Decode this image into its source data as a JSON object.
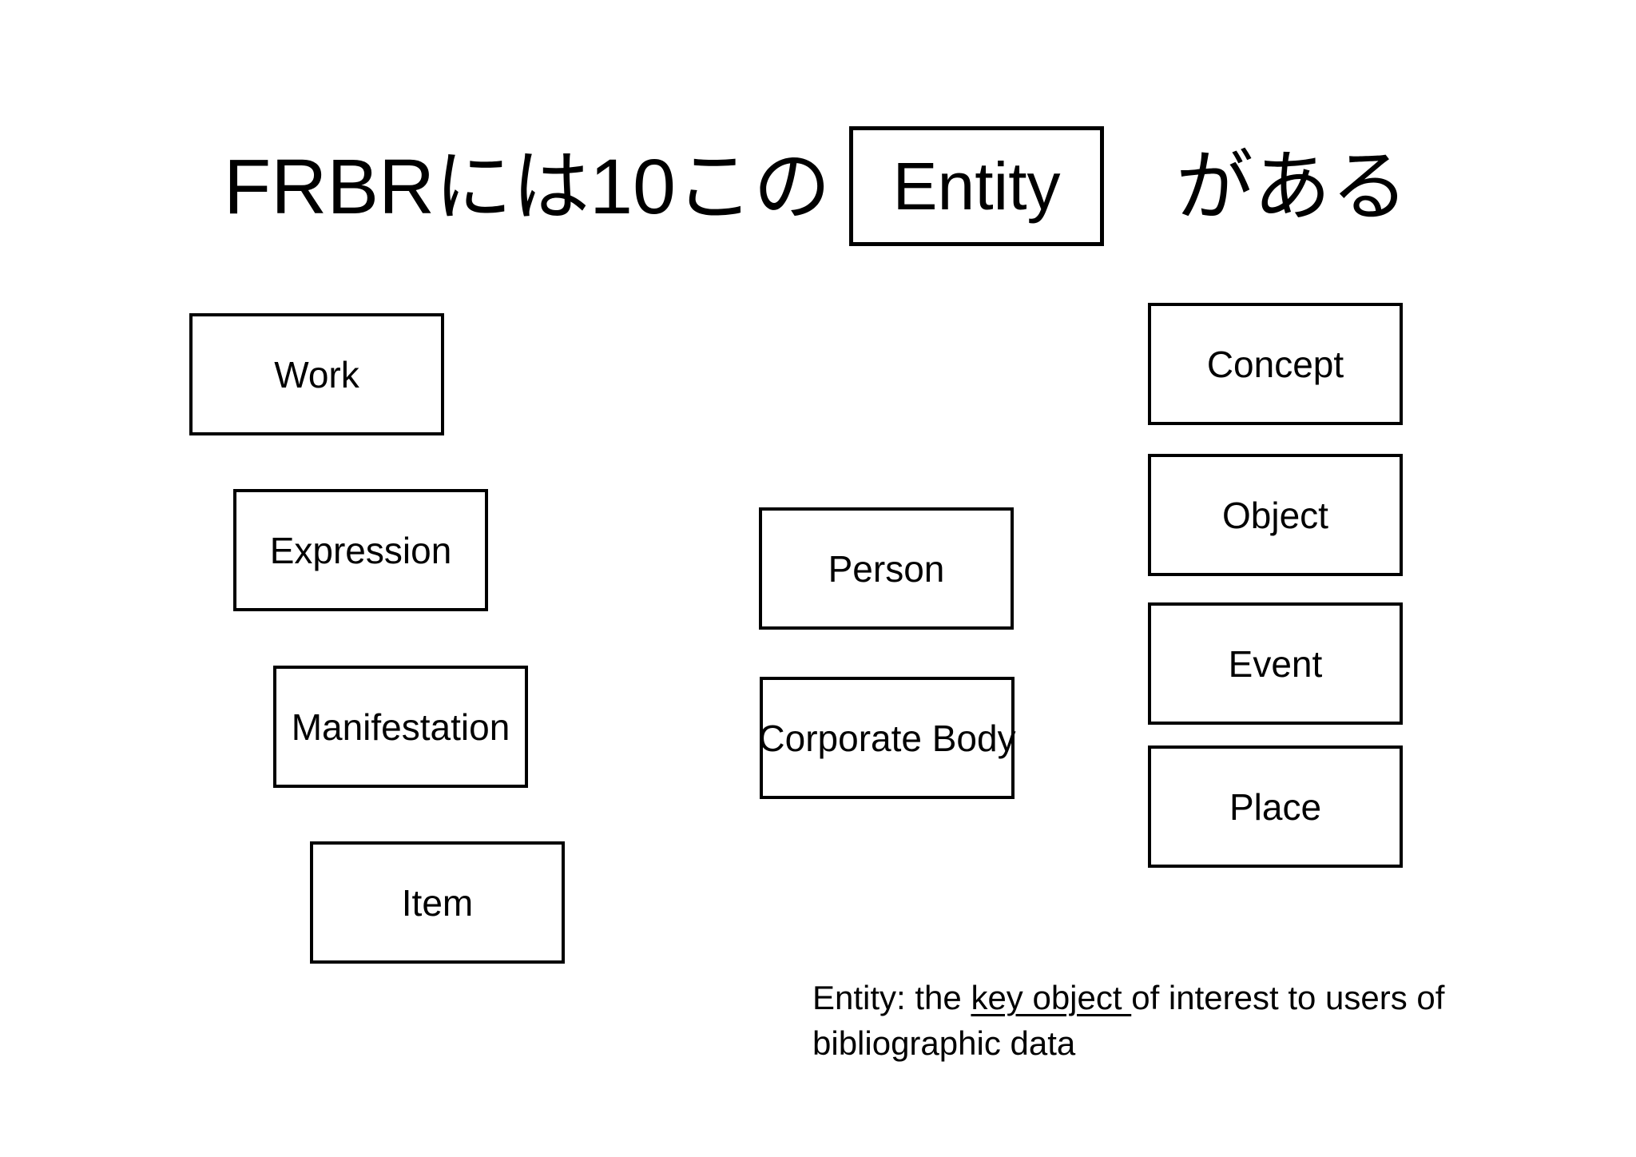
{
  "slide": {
    "background_color": "#ffffff",
    "text_color": "#000000",
    "border_color": "#000000"
  },
  "title": {
    "pre_text": "FRBRには10この",
    "boxed_text": "Entity",
    "post_text": "がある"
  },
  "entities": {
    "work": "Work",
    "expression": "Expression",
    "manifestation": "Manifestation",
    "item": "Item",
    "person": "Person",
    "corporate_body": "Corporate Body",
    "concept": "Concept",
    "object": "Object",
    "event": "Event",
    "place": "Place"
  },
  "caption": {
    "prefix": "Entity: the ",
    "underlined": "key object ",
    "suffix": "of interest to users of",
    "line2": "bibliographic data"
  }
}
